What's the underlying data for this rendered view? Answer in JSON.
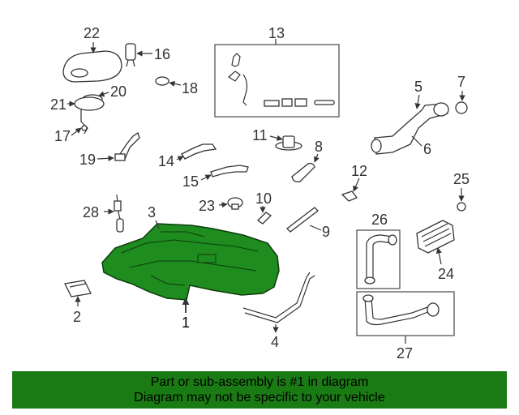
{
  "labels": [
    "1",
    "2",
    "3",
    "4",
    "5",
    "6",
    "7",
    "8",
    "9",
    "10",
    "11",
    "12",
    "13",
    "14",
    "15",
    "16",
    "17",
    "18",
    "19",
    "20",
    "21",
    "22",
    "23",
    "24",
    "25",
    "26",
    "27",
    "28"
  ],
  "footer": {
    "line1": "Part or sub-assembly is #1 in diagram",
    "line2": "Diagram may not be specific to your vehicle"
  },
  "colors": {
    "highlight": "#1e8c1e",
    "footer_bg": "#1a7a14",
    "line": "#333333"
  }
}
